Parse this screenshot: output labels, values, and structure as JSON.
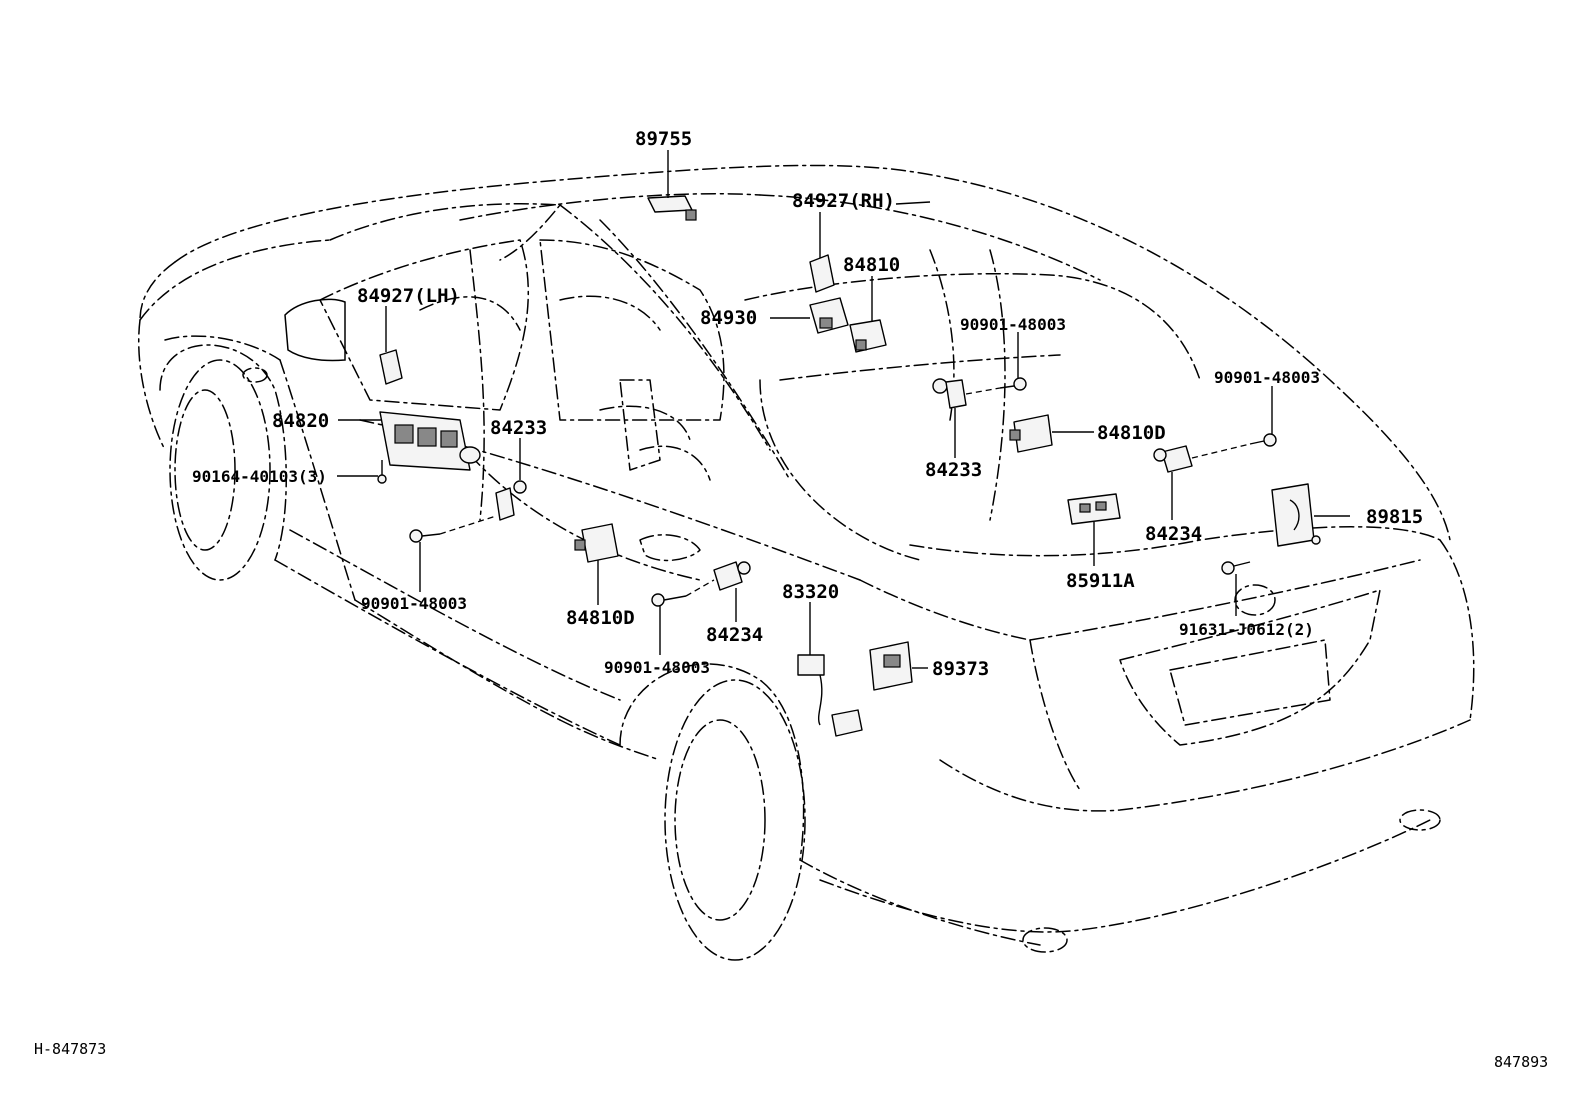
{
  "callouts": {
    "p89755": "89755",
    "p84927_rh": "84927(RH)",
    "p84810": "84810",
    "p84927_lh": "84927(LH)",
    "p84930": "84930",
    "p90901_a": "90901-48003",
    "p90901_b": "90901-48003",
    "p84820": "84820",
    "p84233_left": "84233",
    "p84233_right": "84233",
    "p84810d_right": "84810D",
    "p90164": "90164-40103(3)",
    "p84234_right": "84234",
    "p89815": "89815",
    "p90901_c": "90901-48003",
    "p85911a": "85911A",
    "p84810d_left": "84810D",
    "p83320": "83320",
    "p91631": "91631-J0612(2)",
    "p84234_left": "84234",
    "p89373": "89373",
    "p90901_d": "90901-48003"
  },
  "footer": {
    "left_code": "H-847873",
    "right_code": "847893"
  }
}
